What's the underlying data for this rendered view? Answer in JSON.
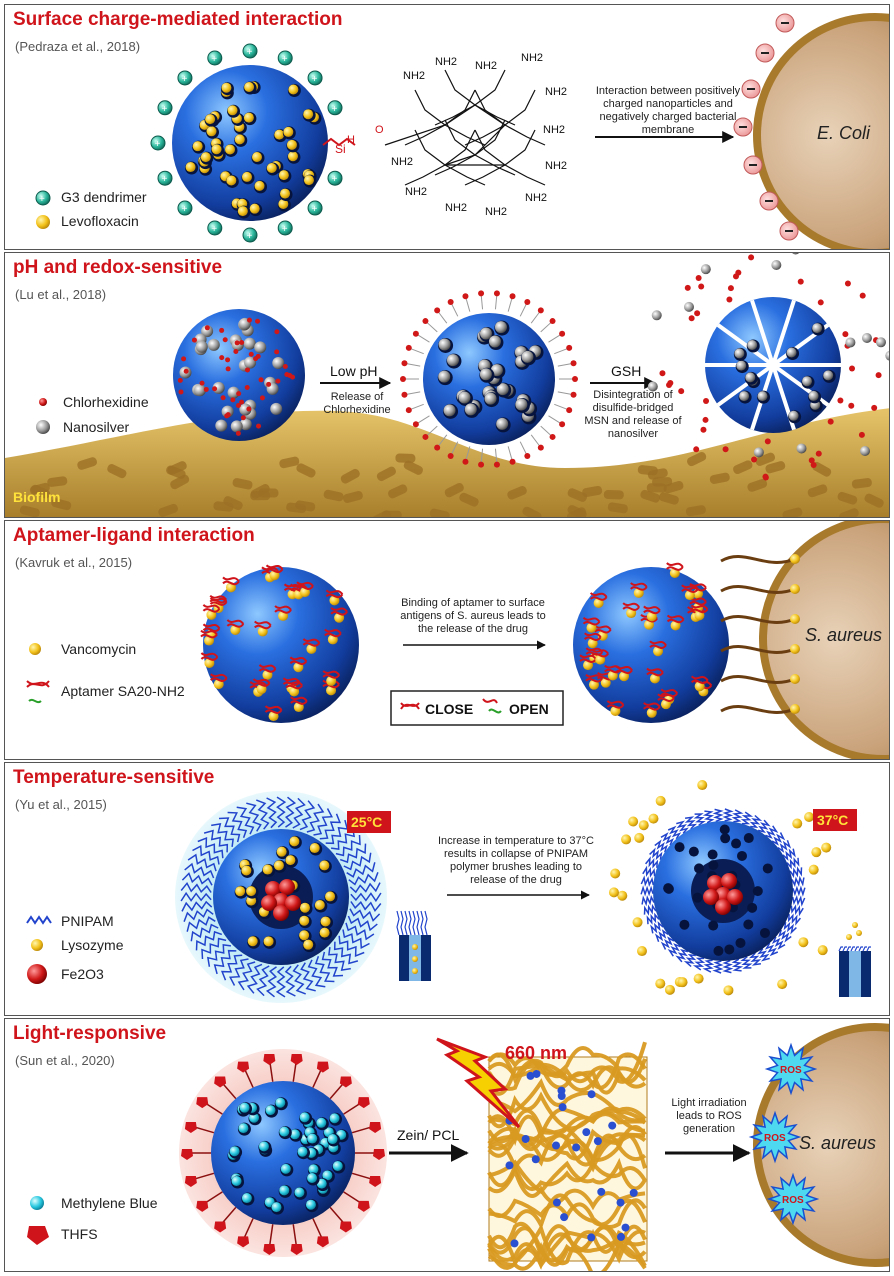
{
  "panels": [
    {
      "title": "Surface charge-mediated interaction",
      "ref": "(Pedraza et al., 2018)",
      "legend": [
        "G3 dendrimer",
        "Levofloxacin"
      ],
      "chem": {
        "nh2": "NH2",
        "n": "N",
        "o": "O",
        "si": "Si",
        "h": "H"
      },
      "note": "Interaction between positively charged nanoparticles and negatively charged bacterial membrane",
      "bacteria": "E. Coli"
    },
    {
      "title": "pH and redox-sensitive",
      "ref": "(Lu  et al., 2018)",
      "legend": [
        "Chlorhexidine",
        "Nanosilver"
      ],
      "step1": "Low pH",
      "note1": "Release of Chlorhexidine",
      "step2": "GSH",
      "note2": "Disintegration of disulfide-bridged MSN and release of nanosilver",
      "biofilm": "Biofilm"
    },
    {
      "title": "Aptamer-ligand interaction",
      "ref": "(Kavruk et al., 2015)",
      "legend": [
        "Vancomycin",
        "Aptamer SA20-NH2"
      ],
      "note": "Binding of  aptamer to surface antigens of S. aureus leads to the release of the drug",
      "states": [
        "CLOSE",
        "OPEN"
      ],
      "bacteria": "S. aureus"
    },
    {
      "title": "Temperature-sensitive",
      "ref": "(Yu  et al., 2015)",
      "legend": [
        "PNIPAM",
        "Lysozyme",
        "Fe2O3"
      ],
      "temp1": "25°C",
      "temp2": "37°C",
      "note": "Increase in temperature to 37°C results in collapse of PNIPAM polymer brushes leading to release of the drug"
    },
    {
      "title": "Light-responsive",
      "ref": "(Sun  et al., 2020)",
      "legend": [
        "Methylene Blue",
        "THFS"
      ],
      "step": "Zein/ PCL",
      "light": "660 nm",
      "note": "Light irradiation leads to ROS generation",
      "ros": "ROS",
      "bacteria": "S. aureus"
    }
  ]
}
